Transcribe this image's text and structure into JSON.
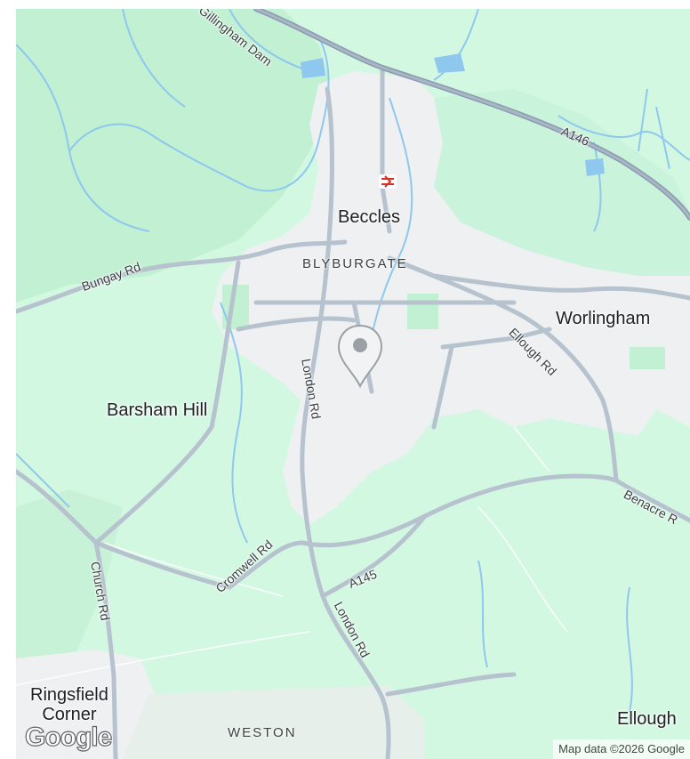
{
  "map": {
    "places": {
      "beccles": "Beccles",
      "blyburgate": "BLYBURGATE",
      "worlingham": "Worlingham",
      "barsham_hill": "Barsham Hill",
      "ringsfield_corner": "Ringsfield\nCorner",
      "weston": "WESTON",
      "ellough": "Ellough"
    },
    "roads": {
      "gillingham_dam": "Gillingham Dam",
      "a146": "A146",
      "bungay_rd": "Bungay Rd",
      "ellough_rd": "Ellough Rd",
      "london_rd_north": "London Rd",
      "london_rd_south": "London Rd",
      "benacre_rd": "Benacre R",
      "cromwell_rd": "Cromwell Rd",
      "a145": "A145",
      "church_rd": "Church Rd"
    },
    "logo": "Google",
    "attribution": "Map data ©2026 Google",
    "icons": {
      "marker": "map-pin-icon",
      "station": "rail-station-icon"
    },
    "colors": {
      "land": "#d3f8e2",
      "urban": "#f1f3f4",
      "water": "#8ec8ef",
      "road": "#b4c0cc",
      "motorway": "#8a9aaf",
      "marker": "#9aa0a6"
    }
  }
}
